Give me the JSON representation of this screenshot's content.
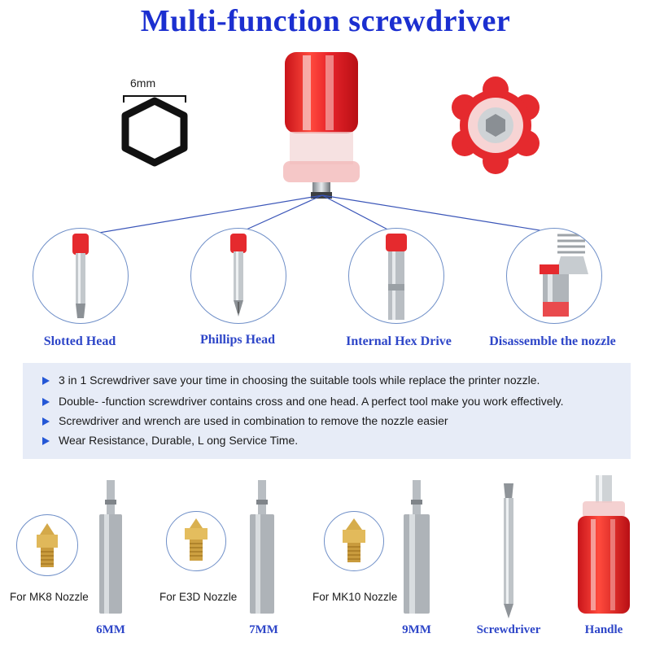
{
  "title": "Multi-function screwdriver",
  "hex_label": "6mm",
  "tools": [
    {
      "label": "Slotted Head",
      "icon": "slotted-bit-icon"
    },
    {
      "label": "Phillips Head",
      "icon": "phillips-bit-icon"
    },
    {
      "label": "Internal Hex Drive",
      "icon": "hex-socket-bit-icon"
    },
    {
      "label": "Disassemble the nozzle",
      "icon": "nozzle-removal-icon"
    }
  ],
  "features": [
    "3 in 1 Screwdriver save your time in choosing the suitable tools while replace the printer nozzle.",
    "Double- -function screwdriver contains cross and one head. A perfect tool make you work effectively.",
    "Screwdriver and wrench are used in combination to remove the nozzle easier",
    "Wear Resistance, Durable, L ong Service Time."
  ],
  "nozzles": [
    {
      "nozzle_label": "For MK8 Nozzle",
      "size_label": "6MM"
    },
    {
      "nozzle_label": "For E3D Nozzle",
      "size_label": "7MM"
    },
    {
      "nozzle_label": "For MK10 Nozzle",
      "size_label": "9MM"
    }
  ],
  "parts": [
    {
      "label": "Screwdriver"
    },
    {
      "label": "Handle"
    }
  ],
  "colors": {
    "title": "#1b2fd0",
    "caption": "#2e46c8",
    "handle_red": "#e8242b",
    "feature_bg": "#e7ecf7",
    "bullet": "#2457d6"
  }
}
